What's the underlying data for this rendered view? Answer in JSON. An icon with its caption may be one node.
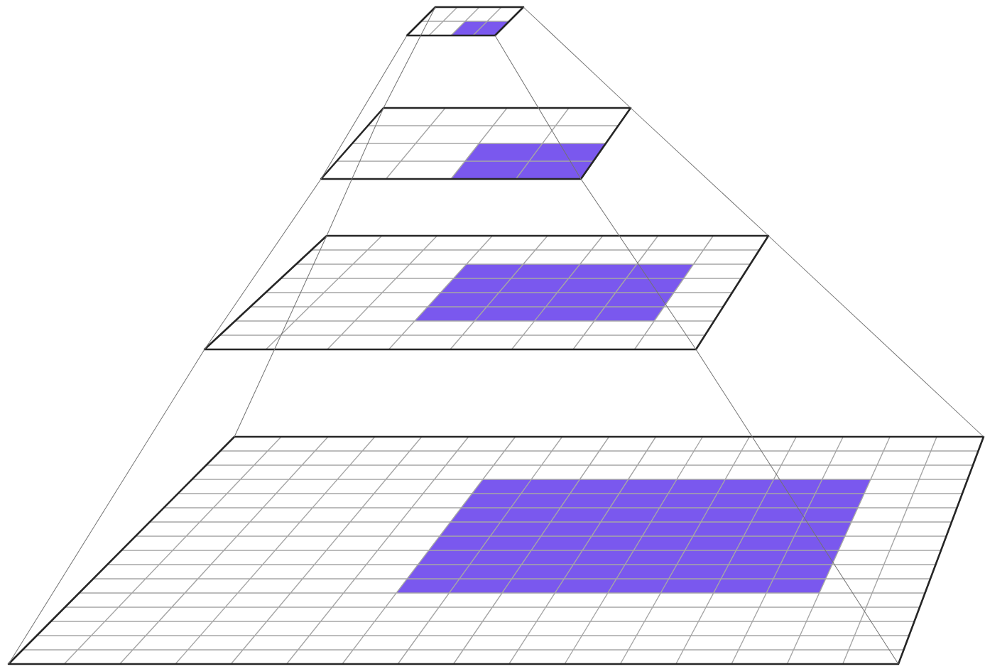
{
  "diagram": {
    "nodes": [
      {
        "text": [],
        "shape": "grid"
      },
      {
        "text": [],
        "shape": "grid"
      },
      {
        "text": [],
        "shape": "grid"
      },
      {
        "text": [],
        "shape": "grid"
      }
    ],
    "edges": [
      {
        "from": 0,
        "to": 1,
        "arrow": "none"
      },
      {
        "from": 0,
        "to": 1,
        "arrow": "none"
      },
      {
        "from": 0,
        "to": 1,
        "arrow": "none"
      },
      {
        "from": 0,
        "to": 1,
        "arrow": "none"
      },
      {
        "from": 1,
        "to": 2,
        "arrow": "none"
      },
      {
        "from": 1,
        "to": 2,
        "arrow": "none"
      },
      {
        "from": 1,
        "to": 2,
        "arrow": "none"
      },
      {
        "from": 1,
        "to": 2,
        "arrow": "none"
      },
      {
        "from": 2,
        "to": 3,
        "arrow": "none"
      },
      {
        "from": 2,
        "to": 3,
        "arrow": "none"
      },
      {
        "from": 2,
        "to": 3,
        "arrow": "none"
      },
      {
        "from": 2,
        "to": 3,
        "arrow": "none"
      }
    ]
  }
}
